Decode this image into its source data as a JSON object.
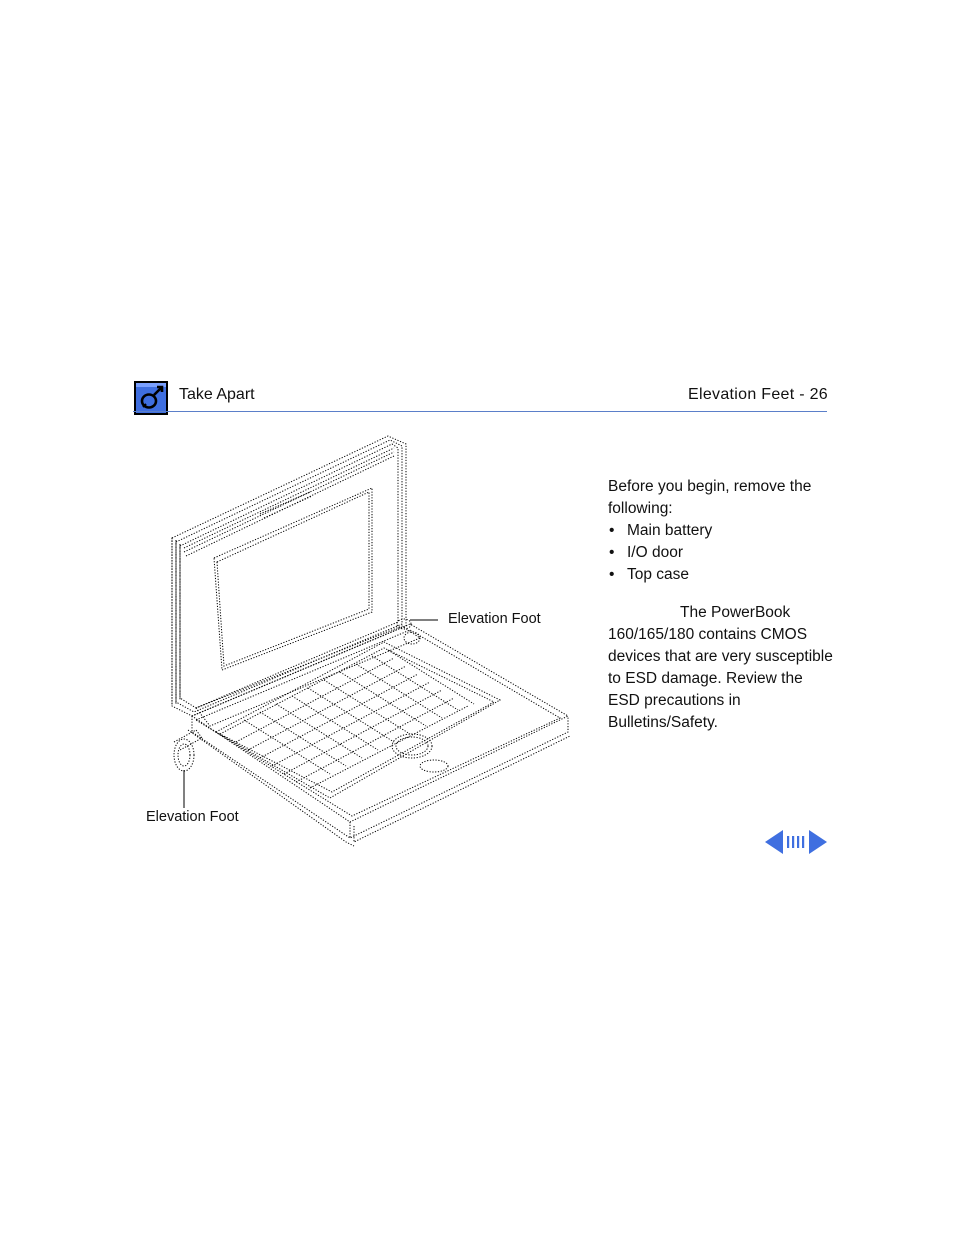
{
  "header": {
    "section": "Take Apart",
    "page_label": "Elevation Feet - 26"
  },
  "illustration": {
    "callout_top": "Elevation Foot",
    "callout_bottom": "Elevation Foot"
  },
  "body": {
    "intro": "Before you begin, remove the following:",
    "items": [
      "Main battery",
      "I/O door",
      "Top case"
    ],
    "caution": "The PowerBook 160/165/180 contains CMOS devices that are very susceptible to ESD damage. Review the ESD precautions in Bulletins/Safety."
  },
  "nav": {
    "prev_icon": "left-arrow-icon",
    "index_icon": "page-index-icon",
    "next_icon": "right-arrow-icon"
  },
  "colors": {
    "accent": "#3f6fe0",
    "rule": "#5b7fc9"
  }
}
